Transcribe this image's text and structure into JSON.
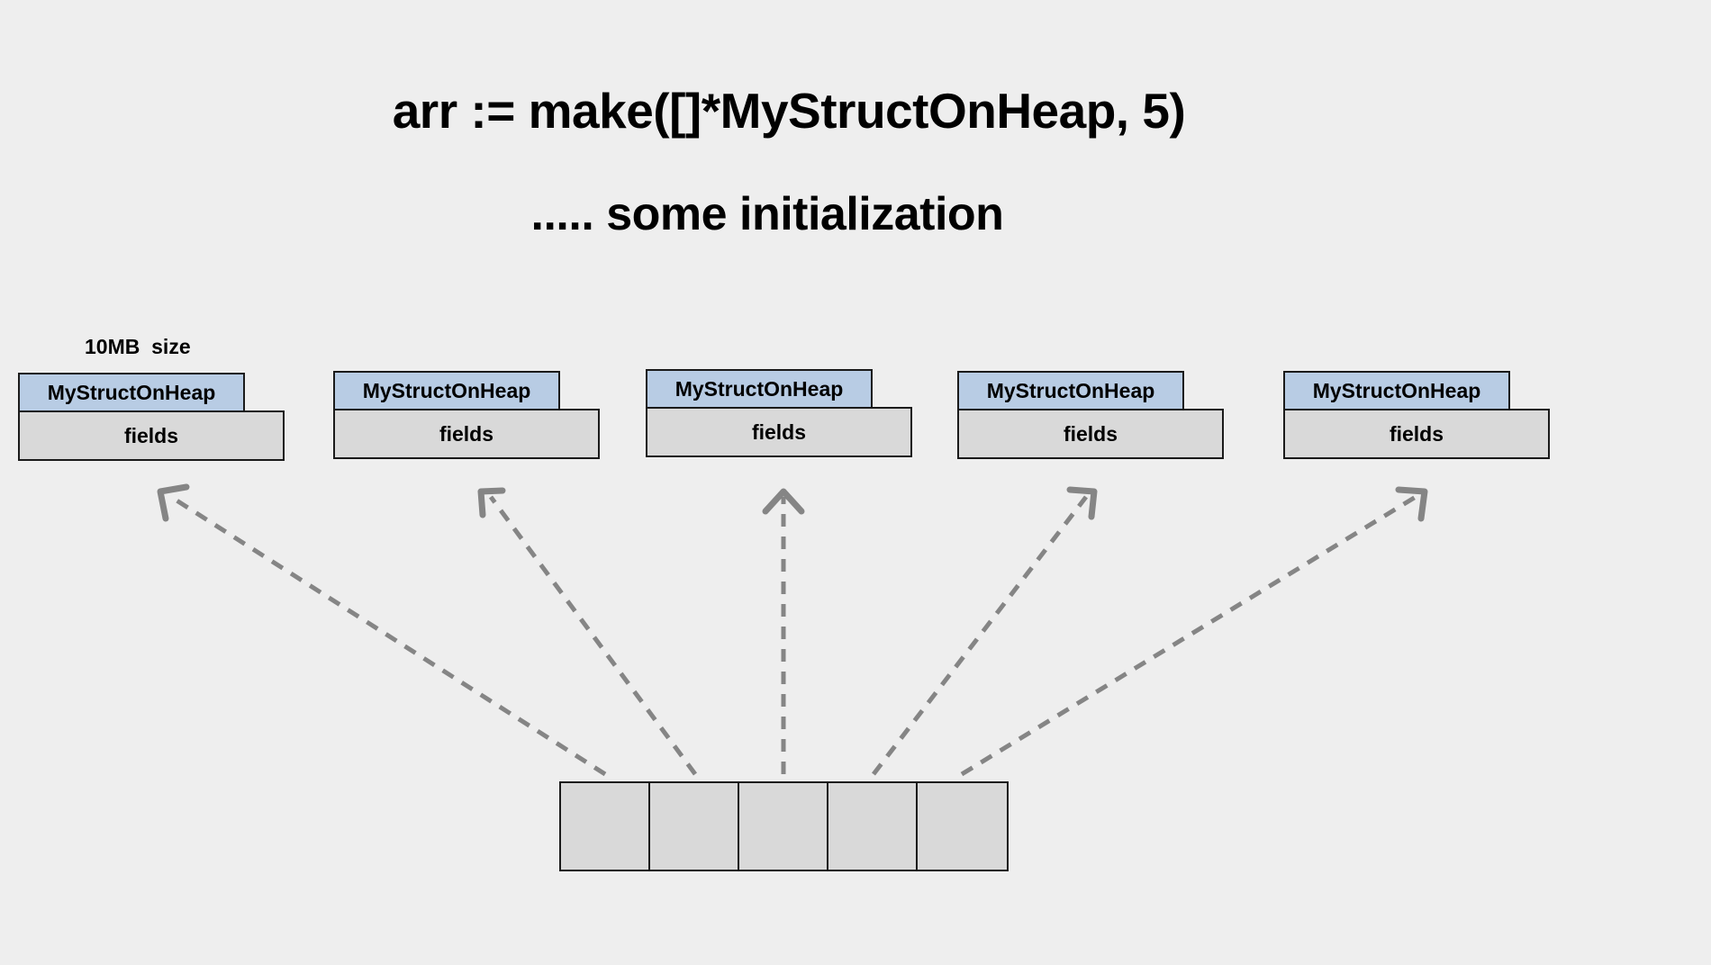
{
  "background_color": "#eeeeee",
  "headings": {
    "code_line": "arr := make([]*MyStructOnHeap, 5)",
    "init_line": "..... some initialization"
  },
  "annotations": {
    "size_label": "10MB  size"
  },
  "colors": {
    "struct_header_fill": "#b8cce4",
    "struct_fields_fill": "#d9d9d9",
    "array_cell_fill": "#d9d9d9",
    "border": "#1a1a1a",
    "arrow": "#858585",
    "text": "#000000"
  },
  "structs": [
    {
      "header": "MyStructOnHeap",
      "fields": "fields"
    },
    {
      "header": "MyStructOnHeap",
      "fields": "fields"
    },
    {
      "header": "MyStructOnHeap",
      "fields": "fields"
    },
    {
      "header": "MyStructOnHeap",
      "fields": "fields"
    },
    {
      "header": "MyStructOnHeap",
      "fields": "fields"
    }
  ],
  "array": {
    "length": 5,
    "cells": [
      "",
      "",
      "",
      "",
      ""
    ]
  },
  "pointers": [
    {
      "from_cell": 0,
      "to_struct": 0
    },
    {
      "from_cell": 1,
      "to_struct": 1
    },
    {
      "from_cell": 2,
      "to_struct": 2
    },
    {
      "from_cell": 3,
      "to_struct": 3
    },
    {
      "from_cell": 4,
      "to_struct": 4
    }
  ]
}
